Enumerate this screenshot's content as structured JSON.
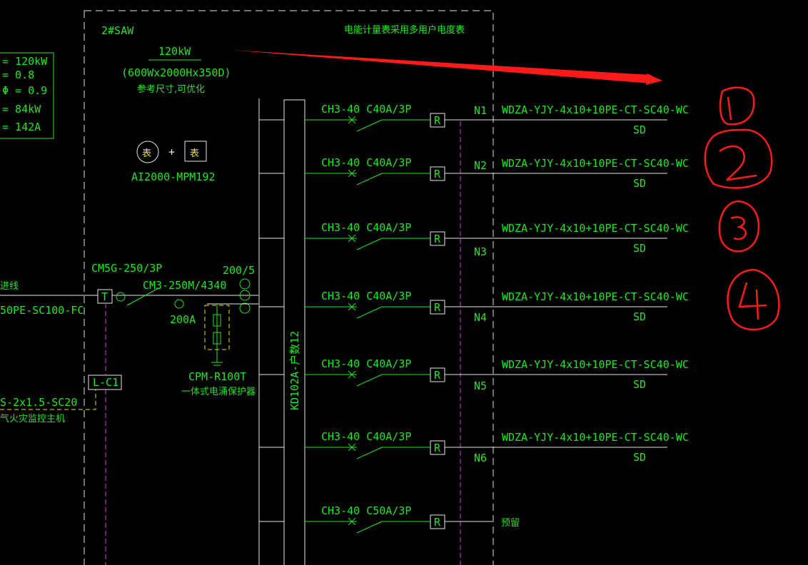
{
  "panel": {
    "name": "2#SAW",
    "power": "120kW",
    "size": "(600Wx2000Hx350D)",
    "size_note": "参考尺寸,可优化",
    "meter_note": "电能计量表采用多用户电度表",
    "meter_icon": "表",
    "plus": "+",
    "meter_model": "AI2000-MPM192"
  },
  "load_calc": [
    "= 120kW",
    "= 0.8",
    "Φ = 0.9",
    "= 84kW",
    "= 142A"
  ],
  "incoming": {
    "label": "进线",
    "cable": "50PE-SC100-FC",
    "breaker_main": "CM5G-250/3P",
    "t_box": "T",
    "breaker": "CM3-250M/4340",
    "current": "200A",
    "ct": "200/5",
    "spd": "CPM-R100T",
    "spd_note": "一体式电涌保护器",
    "lc_box": "L-C1",
    "fire_cable": "S-2x1.5-SC20",
    "fire_note": "气火灾监控主机"
  },
  "busbar_label": "KD102A-户数12",
  "r_box": "R",
  "circuits": [
    {
      "breaker": "CH3-40 C40A/3P",
      "id": "N1",
      "cable": "WDZA-YJY-4x10+10PE-CT-SC40-WC",
      "lay": "SD"
    },
    {
      "breaker": "CH3-40 C40A/3P",
      "id": "N2",
      "cable": "WDZA-YJY-4x10+10PE-CT-SC40-WC",
      "lay": "SD"
    },
    {
      "breaker": "CH3-40 C40A/3P",
      "id": "N3",
      "cable": "WDZA-YJY-4x10+10PE-CT-SC40-WC",
      "lay": "SD"
    },
    {
      "breaker": "CH3-40 C40A/3P",
      "id": "N4",
      "cable": "WDZA-YJY-4x10+10PE-CT-SC40-WC",
      "lay": "SD"
    },
    {
      "breaker": "CH3-40 C40A/3P",
      "id": "N5",
      "cable": "WDZA-YJY-4x10+10PE-CT-SC40-WC",
      "lay": "SD"
    },
    {
      "breaker": "CH3-40 C40A/3P",
      "id": "N6",
      "cable": "WDZA-YJY-4x10+10PE-CT-SC40-WC",
      "lay": "SD"
    },
    {
      "breaker": "CH3-40 C50A/3P",
      "id": "",
      "cable": "预留",
      "lay": ""
    }
  ],
  "annotations": [
    "1",
    "2",
    "3",
    "4"
  ],
  "colors": {
    "line": "#1ee61e",
    "wire": "#e6e6e6",
    "control": "#d23cd2",
    "signal": "#e6e600",
    "markup": "#ff1a1a"
  }
}
